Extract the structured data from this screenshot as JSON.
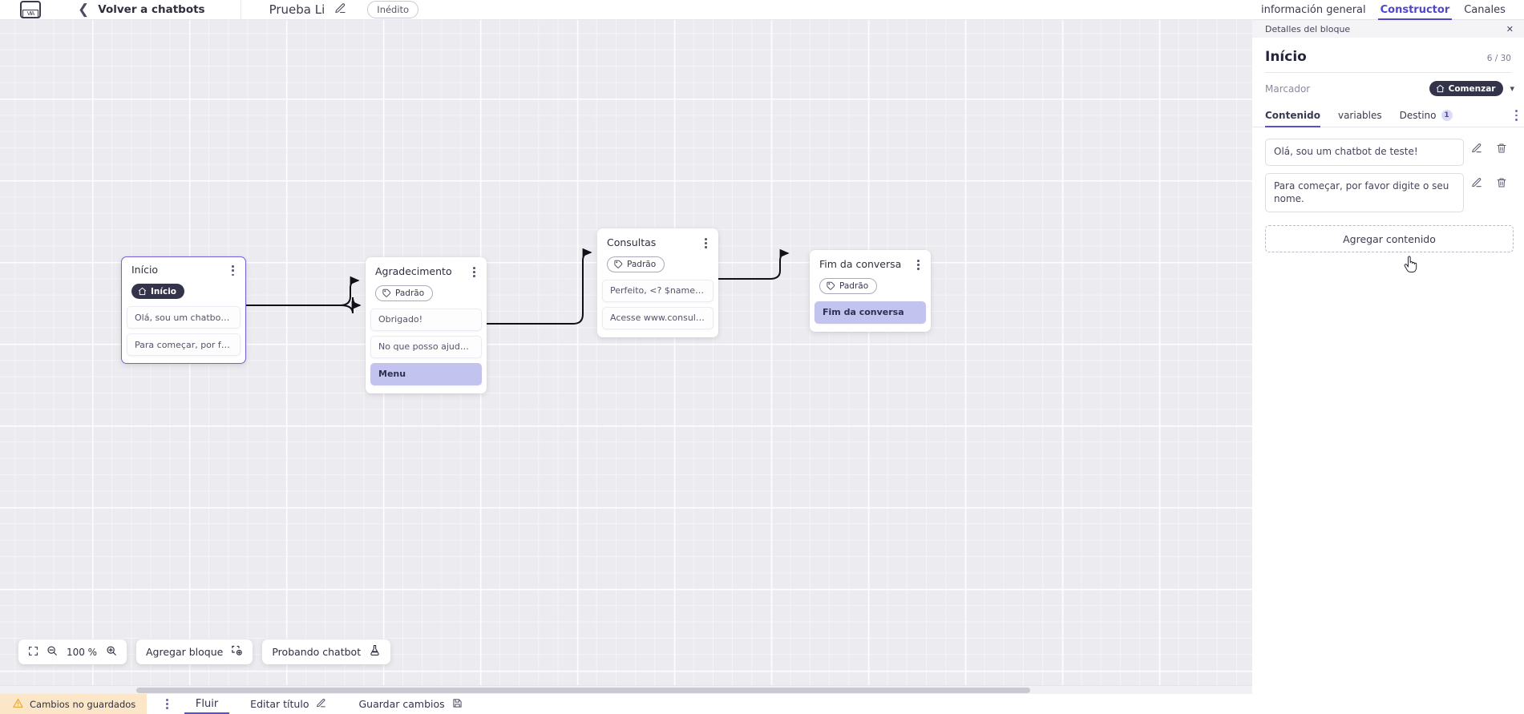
{
  "topbar": {
    "logo_name": "app-logo",
    "back_label": "Volver a chatbots",
    "bot_name": "Prueba Li",
    "status_chip": "Inédito"
  },
  "canvas": {
    "zoom_level": "100 %",
    "add_block_label": "Agregar bloque",
    "test_bot_label": "Probando chatbot",
    "nodes": [
      {
        "id": "inicio",
        "title": "Início",
        "badge": "Início",
        "badge_style": "dark",
        "badge_icon": "home-icon",
        "selected": true,
        "messages": [
          {
            "text": "Olá, sou um chatbot de teste!",
            "accent": false
          },
          {
            "text": "Para começar, por favor digite o ...",
            "accent": false
          }
        ]
      },
      {
        "id": "agradecimento",
        "title": "Agradecimento",
        "badge": "Padrão",
        "badge_style": "outline",
        "badge_icon": "tag-icon",
        "selected": false,
        "messages": [
          {
            "text": "Obrigado!",
            "accent": false
          },
          {
            "text": "No que posso ajudar, <? $name ...",
            "accent": false
          },
          {
            "text": "Menu",
            "accent": true
          }
        ]
      },
      {
        "id": "consultas",
        "title": "Consultas",
        "badge": "Padrão",
        "badge_style": "outline",
        "badge_icon": "tag-icon",
        "selected": false,
        "messages": [
          {
            "text": "Perfeito, <? $name ?>!",
            "accent": false
          },
          {
            "text": "Acesse www.consultas.com par...",
            "accent": false
          }
        ]
      },
      {
        "id": "fim",
        "title": "Fim da conversa",
        "badge": "Padrão",
        "badge_style": "outline",
        "badge_icon": "tag-icon",
        "selected": false,
        "messages": [
          {
            "text": "Fim da conversa",
            "accent": true
          }
        ]
      }
    ]
  },
  "statusbar": {
    "unsaved_label": "Cambios no guardados",
    "flow_tab": "Fluir",
    "edit_title_label": "Editar título",
    "save_label": "Guardar cambios"
  },
  "panel": {
    "tabs": [
      {
        "label": "información general",
        "active": false
      },
      {
        "label": "Constructor",
        "active": true
      },
      {
        "label": "Canales",
        "active": false
      }
    ],
    "subheader": "Detalles del bloque",
    "block_title": "Início",
    "char_count": "6 / 30",
    "marker_label": "Marcador",
    "marker_value": "Comenzar",
    "marker_icon": "home-icon",
    "inner_tabs": [
      {
        "label": "Contenido",
        "active": true,
        "count": null
      },
      {
        "label": "variables",
        "active": false,
        "count": null
      },
      {
        "label": "Destino",
        "active": false,
        "count": "1"
      }
    ],
    "messages": [
      "Olá, sou um chatbot de teste!",
      "Para começar, por favor digite o seu nome."
    ],
    "add_content_label": "Agregar contenido",
    "edit_icon": "pencil-icon",
    "delete_icon": "trash-icon"
  },
  "colors": {
    "accent": "#5b4fd0",
    "tab_active": "#4f46c9",
    "node_select": "#7b61d6",
    "msg_accent": "#c3c3ef",
    "warning_bg": "#fbe7c8",
    "badge_dark": "#33334a"
  }
}
